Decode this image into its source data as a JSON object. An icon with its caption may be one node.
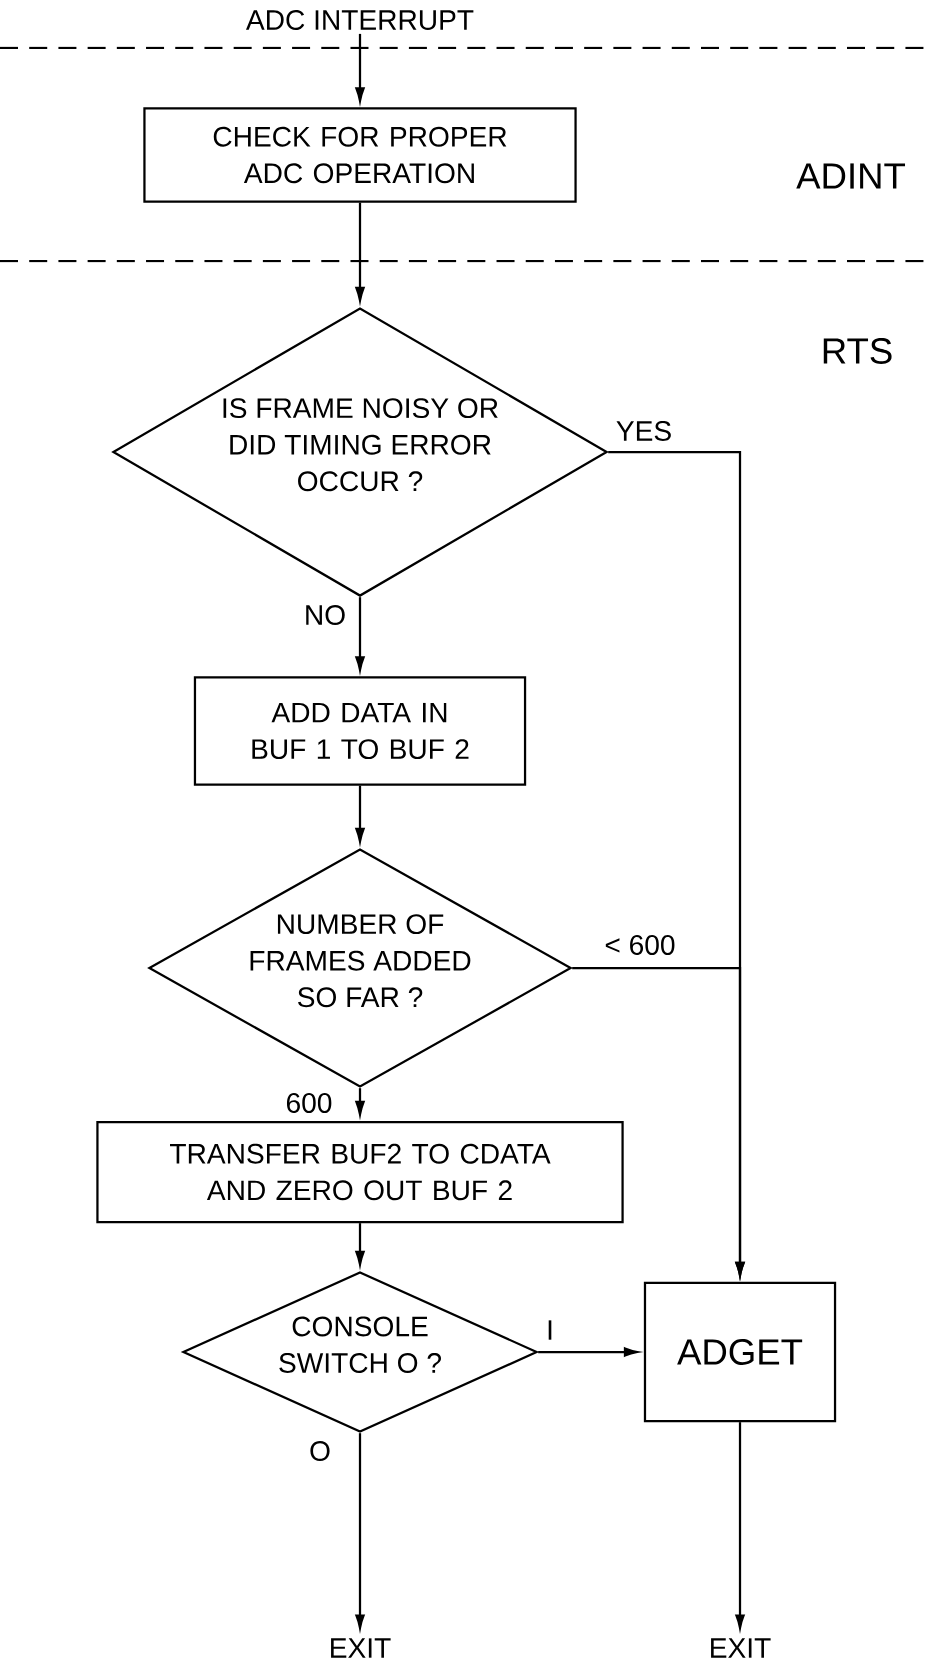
{
  "diagram": {
    "nodes": [
      {
        "text": [
          "ADC INTERRUPT"
        ]
      },
      {
        "text": [
          "CHECK FOR PROPER ADC OPERATION"
        ]
      },
      {
        "text": [
          "IS FRAME NOISY OR DID TIMING ERROR OCCUR ?"
        ]
      },
      {
        "text": [
          "ADD DATA IN BUF 1 TO BUF 2"
        ]
      },
      {
        "text": [
          "NUMBER OF FRAMES ADDED SO FAR ?"
        ]
      },
      {
        "text": [
          "TRANSFER BUF2 TO CDATA AND ZERO OUT BUF 2"
        ]
      },
      {
        "text": [
          "CONSOLE SWITCH O ?"
        ]
      },
      {
        "text": [
          "ADGET"
        ]
      },
      {
        "text": [
          "EXIT"
        ]
      },
      {
        "text": [
          "EXIT"
        ]
      }
    ],
    "edges": [
      {
        "from": 0,
        "to": 1,
        "arrow": "to"
      },
      {
        "from": 1,
        "to": 2,
        "arrow": "to"
      },
      {
        "from": 2,
        "to": 3,
        "label": "NO",
        "arrow": "to"
      },
      {
        "from": 2,
        "to": 7,
        "label": "YES",
        "arrow": "to"
      },
      {
        "from": 3,
        "to": 4,
        "arrow": "to"
      },
      {
        "from": 4,
        "to": 7,
        "label": "< 600",
        "arrow": "to"
      },
      {
        "from": 4,
        "to": 5,
        "label": "600",
        "arrow": "to"
      },
      {
        "from": 5,
        "to": 6,
        "arrow": "to"
      },
      {
        "from": 6,
        "to": 7,
        "label": "I",
        "arrow": "to"
      },
      {
        "from": 6,
        "to": 8,
        "label": "O",
        "arrow": "to"
      },
      {
        "from": 7,
        "to": 9,
        "arrow": "to"
      }
    ],
    "labels": [
      "ADINT",
      "RTS"
    ]
  }
}
